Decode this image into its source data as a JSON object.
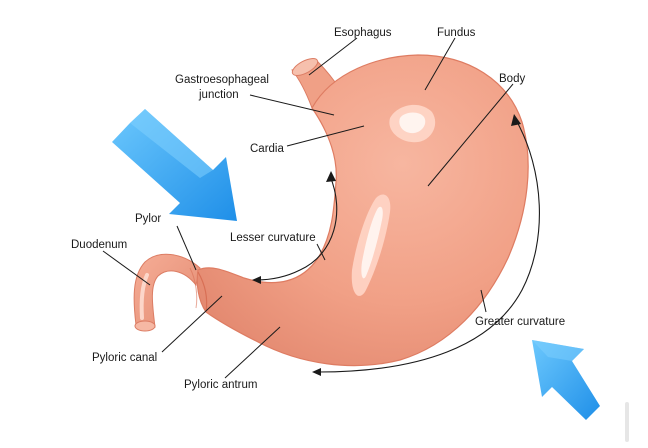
{
  "diagram": {
    "labels": {
      "esophagus": "Esophagus",
      "fundus": "Fundus",
      "gastroesophageal_line1": "Gastroesophageal",
      "gastroesophageal_line2": "junction",
      "body": "Body",
      "cardia": "Cardia",
      "pylorus_partial": "Pylor",
      "lesser_curvature": "Lesser curvature",
      "duodenum": "Duodenum",
      "greater_curvature": "Greater curvature",
      "pyloric_canal": "Pyloric canal",
      "pyloric_antrum": "Pyloric antrum"
    },
    "colors": {
      "stomach_fill": "#f2a389",
      "stomach_edge": "#e07a61",
      "highlight": "#ffe6dc",
      "arrow_blue": "#2f9ff2",
      "arrow_blue_light": "#5cc0fb"
    }
  }
}
